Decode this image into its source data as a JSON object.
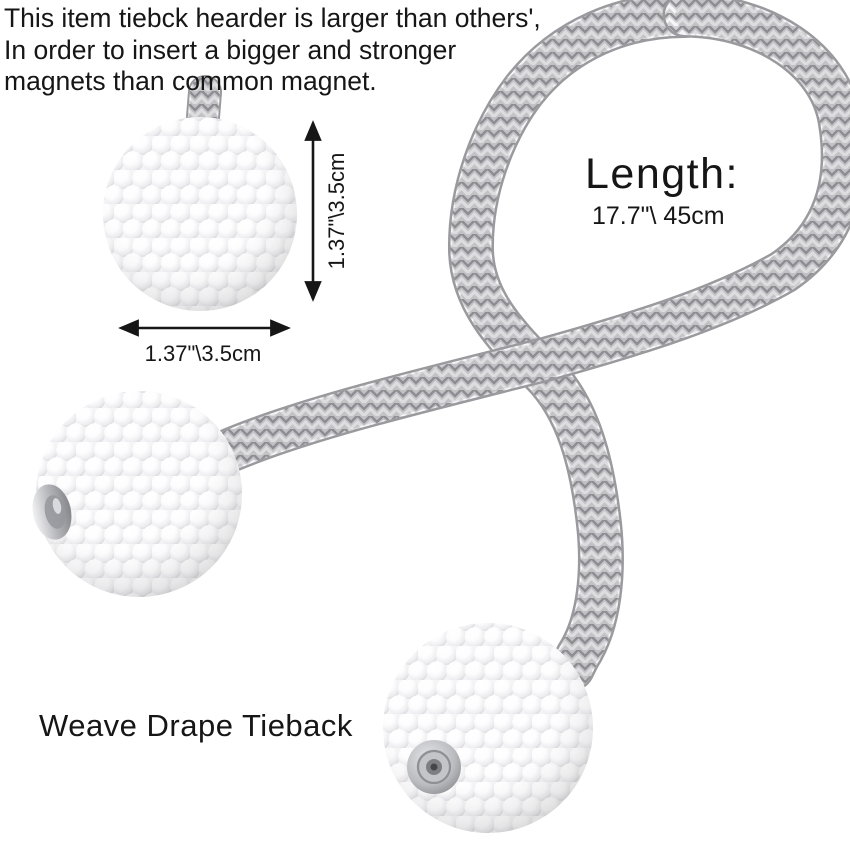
{
  "annotations": {
    "top_note_lines": [
      "This item tiebck hearder is larger than others',",
      "In order to insert a bigger and stronger",
      "magnets than common magnet."
    ],
    "length": {
      "title": "Length:",
      "value": "17.7\"\\ 45cm"
    },
    "dimension_vertical": "1.37\"\\3.5cm",
    "dimension_horizontal": "1.37\"\\3.5cm",
    "product_name": "Weave Drape Tieback"
  },
  "colors": {
    "background": "#ffffff",
    "text": "#161616",
    "rope_silver_light": "#f5f5f7",
    "rope_silver_mid": "#d4d4d7",
    "rope_silver_dark": "#94949a",
    "pearl_white": "#fbfbfc",
    "pearl_shadow": "#d9d9dd",
    "metal_gray": "#a8a9ad"
  }
}
